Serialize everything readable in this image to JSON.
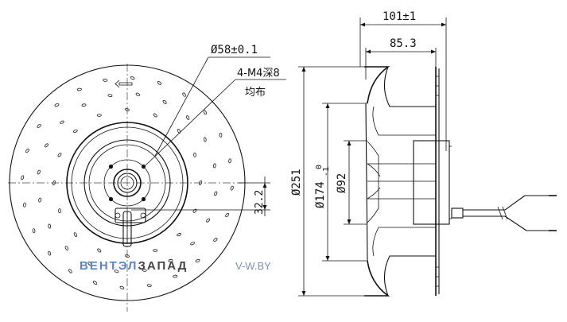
{
  "front_view": {
    "dim_hole_circle": "Ø58±0.1",
    "dim_tapped_holes_line1": "4-M4深8",
    "dim_tapped_holes_line2": "均布",
    "dim_offset": "32.2"
  },
  "side_view": {
    "dim_total_width": "101±1",
    "dim_inner_width": "85.3",
    "dim_outer_diameter": "Ø251",
    "dim_inlet_diameter": "Ø174",
    "dim_inlet_tol_upper": "0",
    "dim_inlet_tol_lower": "-1",
    "dim_motor_diameter": "Ø92"
  },
  "watermark": {
    "brand_part1": "ВЕНТЭЛ",
    "brand_part2": "ЗАПАД",
    "site": "V-W.BY",
    "color_part1": "#5b86c5",
    "color_part2": "#444444",
    "color_site": "#7a94b8"
  }
}
